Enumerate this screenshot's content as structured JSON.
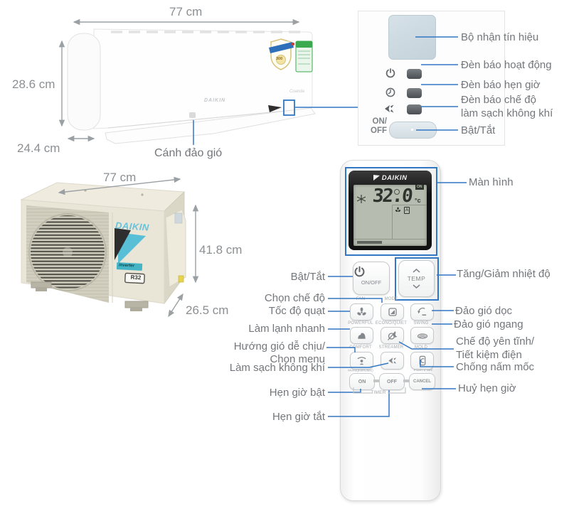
{
  "colors": {
    "callout_blue": "#3277c4",
    "dim_gray": "#9aa0a3",
    "label_gray": "#73767a",
    "daikin_teal": "#68c2da",
    "indoor_stripe_teal": "#2fa3b2"
  },
  "indoor_unit": {
    "width": "77 cm",
    "height": "28.6 cm",
    "depth": "24.4 cm",
    "flap_label": "Cánh đảo gió",
    "brand": "DAIKIN",
    "airflow_mark": "Coanda",
    "quality_badge": "CHẤT LƯỢNG NHẬT BẢN",
    "badge_number": "300"
  },
  "outdoor_unit": {
    "width": "77 cm",
    "height": "41.8 cm",
    "depth": "26.5 cm",
    "brand": "DAIKIN",
    "inverter_label": "inverter",
    "refrigerant_label": "R32"
  },
  "receiver": {
    "onoff_line1": "ON/",
    "onoff_line2": "OFF",
    "labels": {
      "signal": "Bộ nhận tín hiệu",
      "operation": "Đèn báo hoạt động",
      "timer": "Đèn báo hẹn giờ",
      "clean_mode_1": "Đèn báo chế độ",
      "clean_mode_2": "làm sạch không khí",
      "power": "Bật/Tắt"
    }
  },
  "remote": {
    "brand": "DAIKIN",
    "display": {
      "temperature": "32.0",
      "unit": "°c",
      "on_badge": "ON",
      "auto_badge": "A"
    },
    "buttons": {
      "power": "ON/OFF",
      "temp": "TEMP",
      "fan": "FAN",
      "mode": "MODE",
      "powerful": "POWERFUL",
      "econo_quiet": "ECONO/QUIET",
      "swing": "SWING",
      "comfort": "COMFORT",
      "streamer": "STREAMER",
      "mold": "MOLD",
      "comfort_sub": "Menu(push2sec)",
      "mold_sub": "Push 2 sec",
      "timer_on": "ON",
      "timer_off": "OFF",
      "timer_cancel": "CANCEL",
      "timer_group": "TIMER"
    },
    "callouts_left": {
      "power": "Bật/Tắt",
      "mode": "Chọn chế độ",
      "fan": "Tốc độ quạt",
      "powerful": "Làm lạnh nhanh",
      "comfort_line1": "Hướng gió dễ chịu/",
      "comfort_line2": "Chọn menu",
      "streamer": "Làm sạch không khí",
      "timer_on": "Hẹn giờ bật",
      "timer_off": "Hẹn giờ tắt"
    },
    "callouts_right": {
      "display": "Màn hình",
      "temp": "Tăng/Giảm nhiệt độ",
      "swing_vertical": "Đảo gió dọc",
      "swing_horizontal": "Đảo gió ngang",
      "econo_line1": "Chế độ yên tĩnh/",
      "econo_line2": "Tiết kiệm điện",
      "mold": "Chống nấm mốc",
      "cancel": "Huỷ hẹn giờ"
    }
  }
}
